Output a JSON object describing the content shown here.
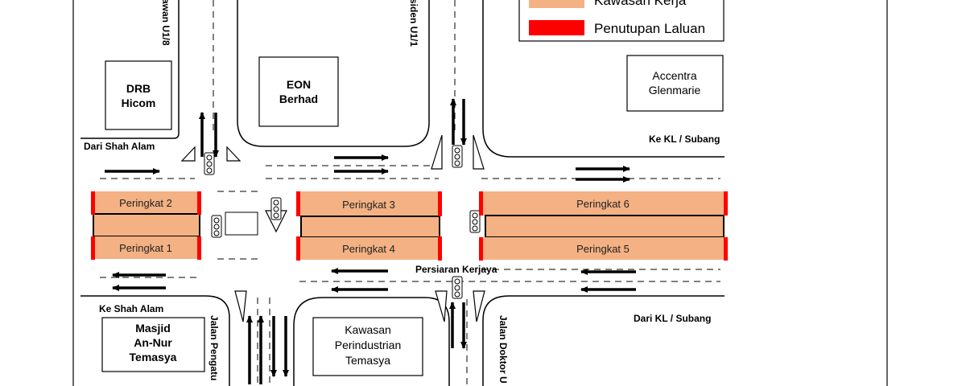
{
  "colors": {
    "work_zone": "#F4B183",
    "closure": "#FF0000",
    "road_line": "#000000",
    "frame": "#000000"
  },
  "legend": {
    "items": [
      {
        "label": "Kawasan Kerja",
        "icon": "work-zone-swatch"
      },
      {
        "label": "Penutupan Laluan",
        "icon": "closure-swatch"
      }
    ]
  },
  "buildings": {
    "drb_hicom": [
      "DRB",
      "Hicom"
    ],
    "eon_berhad": [
      "EON",
      "Berhad"
    ],
    "accentra": [
      "Accentra",
      "Glenmarie"
    ],
    "masjid": [
      "Masjid",
      "An-Nur",
      "Temasya"
    ],
    "kawasan_perindustrian": [
      "Kawasan",
      "Perindustrian",
      "Temasya"
    ]
  },
  "roads": {
    "dari_shah_alam": "Dari Shah Alam",
    "ke_kl_subang": "Ke KL / Subang",
    "ke_shah_alam": "Ke Shah Alam",
    "dari_kl_subang": "Dari KL / Subang",
    "persiaran_kerjaya": "Persiaran Kerjaya",
    "jalan_u1_8": "awan U1/8",
    "jalan_u1_1": "siden U1/1",
    "jalan_pengatur": "Jalan Pengatu",
    "jalan_doktor": "Jalan Doktor U"
  },
  "phases": {
    "p1": "Peringkat 1",
    "p2": "Peringkat 2",
    "p3": "Peringkat 3",
    "p4": "Peringkat 4",
    "p5": "Peringkat 5",
    "p6": "Peringkat 6"
  }
}
